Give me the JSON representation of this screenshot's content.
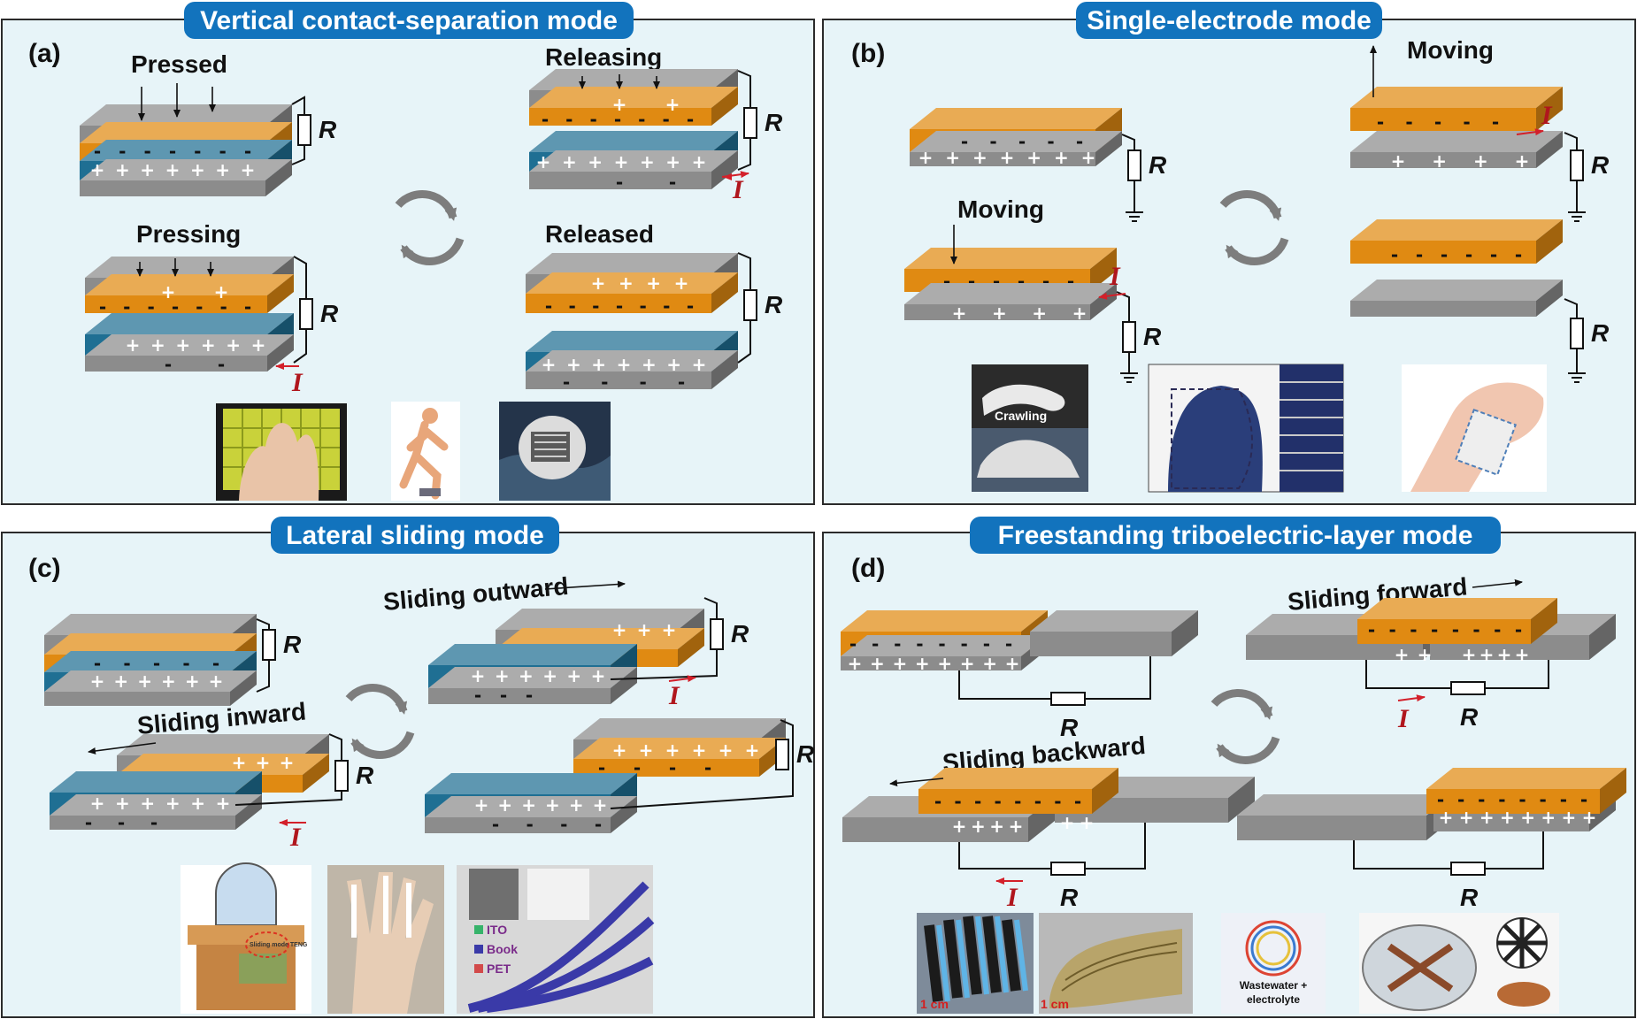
{
  "panels": {
    "a": {
      "title": "Vertical contact-separation mode",
      "letter": "(a)",
      "states": {
        "pressed": "Pressed",
        "releasing": "Releasing",
        "pressing": "Pressing",
        "released": "Released"
      },
      "resistor_label": "R",
      "current_label": "I"
    },
    "b": {
      "title": "Single-electrode mode",
      "letter": "(b)",
      "states": {
        "moving": "Moving"
      },
      "resistor_label": "R",
      "current_label": "I",
      "photo_caption": "Crawling"
    },
    "c": {
      "title": "Lateral sliding mode",
      "letter": "(c)",
      "states": {
        "outward": "Sliding outward",
        "inward": "Sliding inward"
      },
      "resistor_label": "R",
      "current_label": "I",
      "photo_inset": {
        "teng_text": "Sliding mode TENG",
        "legend": [
          "ITO",
          "Book",
          "PET"
        ]
      }
    },
    "d": {
      "title": "Freestanding triboelectric-layer mode",
      "letter": "(d)",
      "states": {
        "forward": "Sliding forward",
        "backward": "Sliding backward"
      },
      "resistor_label": "R",
      "current_label": "I",
      "photo_labels": {
        "scale_1": "1 cm",
        "scale_2": "1 cm",
        "wastewater": "Wastewater +",
        "electrolyte": "electrolyte"
      }
    }
  },
  "colors": {
    "panel_bg": "#e7f4f8",
    "title_bg": "#1273bd",
    "gray_layer": "#8c8c8c",
    "orange_layer": "#e08a12",
    "blue_layer": "#1f6f93",
    "current_arrow": "#b0161d"
  }
}
